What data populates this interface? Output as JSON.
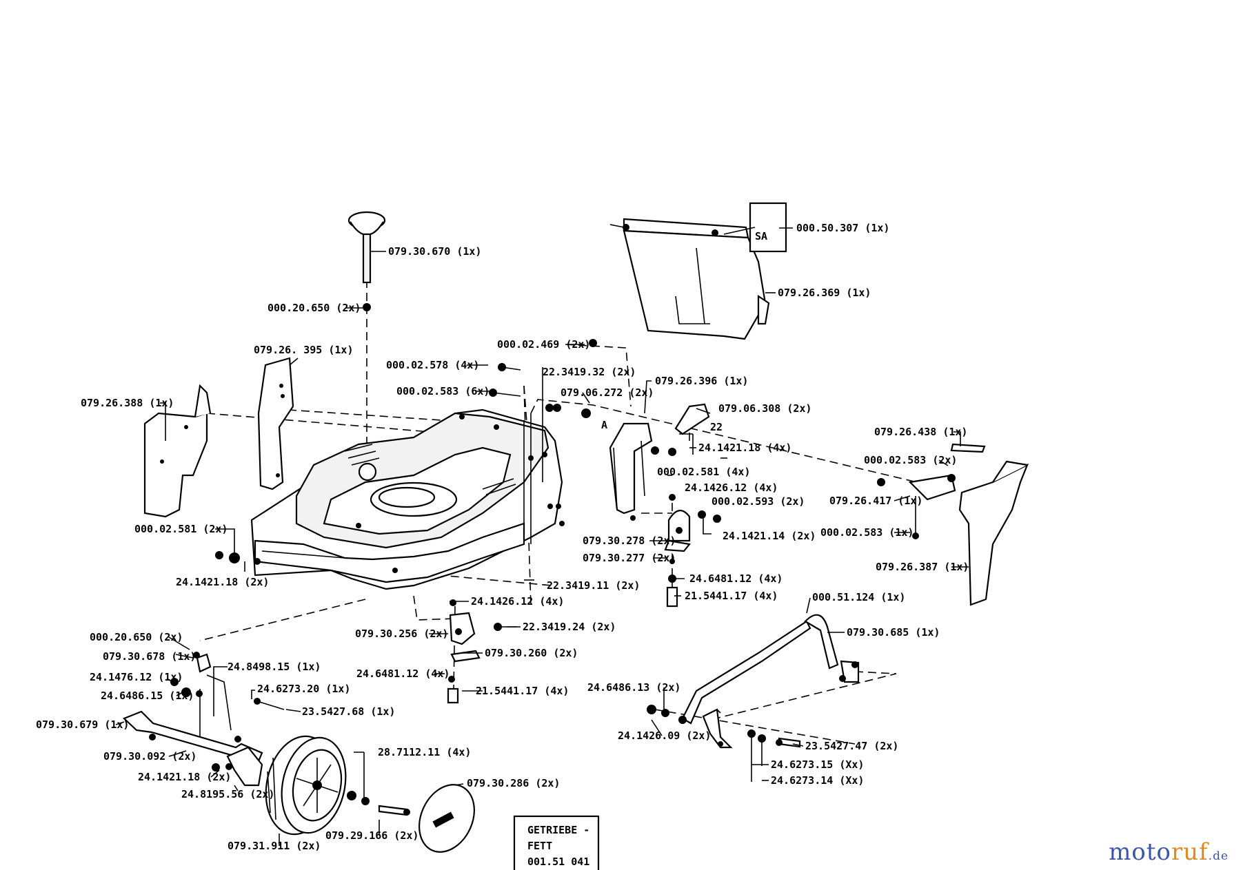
{
  "callouts": [
    {
      "id": "c01",
      "text": "079.30.670  (1x)"
    },
    {
      "id": "c02",
      "text": "000.20.650  (2x)"
    },
    {
      "id": "c03",
      "text": "079.26. 395  (1x)"
    },
    {
      "id": "c04",
      "text": "079.26.388  (1x)"
    },
    {
      "id": "c05",
      "text": "000.02.578  (4x)"
    },
    {
      "id": "c06",
      "text": "000.02.583   (6x)"
    },
    {
      "id": "c07",
      "text": "000.02.469  (2x)"
    },
    {
      "id": "c08",
      "text": "22.3419.32  (2x)"
    },
    {
      "id": "c09",
      "text": "079.06.272  (2x)"
    },
    {
      "id": "c10",
      "text": "079.26.396  (1x)"
    },
    {
      "id": "c11",
      "text": "079.06.308  (2x)"
    },
    {
      "id": "c12",
      "text": "000.50.307  (1x)"
    },
    {
      "id": "c13",
      "text": "079.26.369  (1x)"
    },
    {
      "id": "c14",
      "text": "24.1421.18  (4x)"
    },
    {
      "id": "c15",
      "text": "000.02.581  (4x)"
    },
    {
      "id": "c16",
      "text": "24.1426.12  (4x)"
    },
    {
      "id": "c17",
      "text": "000.02.593  (2x)"
    },
    {
      "id": "c18",
      "text": "24.1421.14  (2x)"
    },
    {
      "id": "c19",
      "text": "079.30.278  (2x)"
    },
    {
      "id": "c20",
      "text": "079.30.277  (2x)"
    },
    {
      "id": "c21",
      "text": "24.6481.12  (4x)"
    },
    {
      "id": "c22",
      "text": "21.5441.17  (4x)"
    },
    {
      "id": "c23",
      "text": "079.26.438  (1x)"
    },
    {
      "id": "c24",
      "text": "000.02.583  (2x)"
    },
    {
      "id": "c25",
      "text": "079.26.417  (1x)"
    },
    {
      "id": "c26",
      "text": "000.02.583  (1x)"
    },
    {
      "id": "c27",
      "text": "079.26.387  (1x)"
    },
    {
      "id": "c28",
      "text": "000.02.581  (2x)"
    },
    {
      "id": "c29",
      "text": "24.1421.18  (2x)"
    },
    {
      "id": "c30",
      "text": "22.3419.11  (2x)"
    },
    {
      "id": "c31",
      "text": "24.1426.12  (4x)"
    },
    {
      "id": "c32",
      "text": "079.30.256  (2x)"
    },
    {
      "id": "c33",
      "text": "22.3419.24  (2x)"
    },
    {
      "id": "c34",
      "text": "079.30.260  (2x)"
    },
    {
      "id": "c35",
      "text": "24.6481.12  (4x)"
    },
    {
      "id": "c36",
      "text": "21.5441.17  (4x)"
    },
    {
      "id": "c37",
      "text": "000.20.650  (2x)"
    },
    {
      "id": "c38",
      "text": "079.30.678  (1x)"
    },
    {
      "id": "c39",
      "text": "24.1476.12  (1x)"
    },
    {
      "id": "c40",
      "text": "24.6486.15  (1x)"
    },
    {
      "id": "c41",
      "text": "24.8498.15  (1x)"
    },
    {
      "id": "c42",
      "text": "24.6273.20  (1x)"
    },
    {
      "id": "c43",
      "text": "23.5427.68  (1x)"
    },
    {
      "id": "c44",
      "text": "079.30.679  (1x)"
    },
    {
      "id": "c45",
      "text": "079.30.092  (2x)"
    },
    {
      "id": "c46",
      "text": "24.1421.18  (2x)"
    },
    {
      "id": "c47",
      "text": "24.8195.56  (2x)"
    },
    {
      "id": "c48",
      "text": "28.7112.11  (4x)"
    },
    {
      "id": "c49",
      "text": "079.30.286  (2x)"
    },
    {
      "id": "c50",
      "text": "079.29.166  (2x)"
    },
    {
      "id": "c51",
      "text": "079.31.911  (2x)"
    },
    {
      "id": "c52",
      "text": "000.51.124  (1x)"
    },
    {
      "id": "c53",
      "text": "079.30.685  (1x)"
    },
    {
      "id": "c54",
      "text": "24.6486.13  (2x)"
    },
    {
      "id": "c55",
      "text": "24.1426.09  (2x)"
    },
    {
      "id": "c56",
      "text": "23.5427.47  (2x)"
    },
    {
      "id": "c57",
      "text": "24.6273.15  (Xx)"
    },
    {
      "id": "c58",
      "text": "24.6273.14  (Xx)"
    }
  ],
  "markers": {
    "sa": "SA",
    "a": "A",
    "dim": "22"
  },
  "grease_box": {
    "line1": "GETRIEBE -",
    "line2": "FETT",
    "line3": "001.51 041"
  },
  "brand": {
    "part1": "moto",
    "part2": "ruf",
    "part3": ".de"
  }
}
